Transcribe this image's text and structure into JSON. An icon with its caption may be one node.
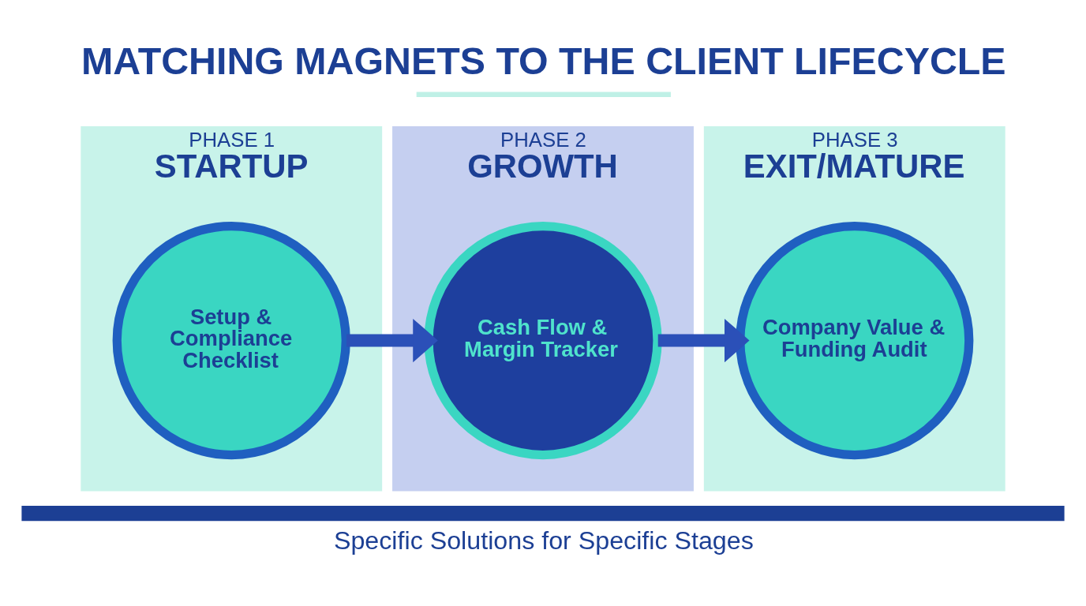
{
  "diagram": {
    "title": "MATCHING MAGNETS TO THE CLIENT LIFECYCLE",
    "caption": "Specific Solutions for Specific Stages",
    "nodes": [
      {
        "text": [
          "PHASE 1",
          "STARTUP"
        ]
      },
      {
        "text": [
          "Setup & Compliance Checklist"
        ],
        "in": 0
      },
      {
        "text": [
          "PHASE 2",
          "GROWTH"
        ]
      },
      {
        "text": [
          "Cash Flow & Margin Tracker"
        ],
        "in": 2
      },
      {
        "text": [
          "PHASE 3",
          "EXIT/MATURE"
        ]
      },
      {
        "text": [
          "Company Value & Funding Audit"
        ],
        "in": 4
      }
    ],
    "edges": [
      {
        "from": 1,
        "to": 3,
        "arrow": "to"
      },
      {
        "from": 3,
        "to": 5,
        "arrow": "to"
      }
    ]
  }
}
